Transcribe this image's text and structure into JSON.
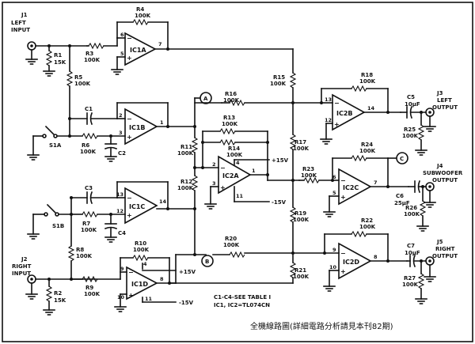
{
  "jacks": {
    "j1": {
      "id": "J1",
      "l1": "LEFT",
      "l2": "INPUT"
    },
    "j2": {
      "id": "J2",
      "l1": "RIGHT",
      "l2": "INPUT"
    },
    "j3": {
      "id": "J3",
      "l1": "LEFT",
      "l2": "OUTPUT"
    },
    "j4": {
      "id": "J4",
      "l1": "SUBWOOFER",
      "l2": "OUTPUT"
    },
    "j5": {
      "id": "J5",
      "l1": "RIGHT",
      "l2": "OUTPUT"
    }
  },
  "ics": {
    "ic1a": "IC1A",
    "ic1b": "IC1B",
    "ic1c": "IC1C",
    "ic1d": "IC1D",
    "ic2a": "IC2A",
    "ic2b": "IC2B",
    "ic2c": "IC2C",
    "ic2d": "IC2D"
  },
  "resistors": {
    "r1": {
      "ref": "R1",
      "val": "15K"
    },
    "r2": {
      "ref": "R2",
      "val": "15K"
    },
    "r3": {
      "ref": "R3",
      "val": "100K"
    },
    "r4": {
      "ref": "R4",
      "val": "100K"
    },
    "r5": {
      "ref": "R5",
      "val": "100K"
    },
    "r6": {
      "ref": "R6",
      "val": "100K"
    },
    "r7": {
      "ref": "R7",
      "val": "100K"
    },
    "r8": {
      "ref": "R8",
      "val": "100K"
    },
    "r9": {
      "ref": "R9",
      "val": "100K"
    },
    "r10": {
      "ref": "R10",
      "val": "100K"
    },
    "r11": {
      "ref": "R11",
      "val": "100K"
    },
    "r12": {
      "ref": "R12",
      "val": "100K"
    },
    "r13": {
      "ref": "R13",
      "val": "100K"
    },
    "r14": {
      "ref": "R14",
      "val": "100K"
    },
    "r15": {
      "ref": "R15",
      "val": "100K"
    },
    "r16": {
      "ref": "R16",
      "val": "100K"
    },
    "r17": {
      "ref": "R17",
      "val": "100K"
    },
    "r18": {
      "ref": "R18",
      "val": "100K"
    },
    "r19": {
      "ref": "R19",
      "val": "100K"
    },
    "r20": {
      "ref": "R20",
      "val": "100K"
    },
    "r21": {
      "ref": "R21",
      "val": "100K"
    },
    "r22": {
      "ref": "R22",
      "val": "100K"
    },
    "r23": {
      "ref": "R23",
      "val": "100K"
    },
    "r24": {
      "ref": "R24",
      "val": "100K"
    },
    "r25": {
      "ref": "R25",
      "val": "100K"
    },
    "r26": {
      "ref": "R26",
      "val": "100K"
    },
    "r27": {
      "ref": "R27",
      "val": "100K"
    }
  },
  "capacitors": {
    "c1": "C1",
    "c2": "C2",
    "c3": "C3",
    "c4": "C4",
    "c5": {
      "ref": "C5",
      "val": "10µF"
    },
    "c6": {
      "ref": "C6",
      "val": "25µF"
    },
    "c7": {
      "ref": "C7",
      "val": "10µF"
    }
  },
  "switches": {
    "s1a": "S1A",
    "s1b": "S1B"
  },
  "nodes": {
    "a": "A",
    "b": "B",
    "c": "C"
  },
  "supply": {
    "pos": "+15V",
    "neg": "-15V"
  },
  "pins": {
    "p1": "1",
    "p2": "2",
    "p3": "3",
    "p4": "4",
    "p5": "5",
    "p6": "6",
    "p7": "7",
    "p8": "8",
    "p9": "9",
    "p10": "10",
    "p11": "11",
    "p12": "12",
    "p13": "13",
    "p14": "14"
  },
  "notes": {
    "line1": "C1-C4-SEE TABLE I",
    "line2": "IC1, IC2=TL074CN"
  },
  "caption": "全機線路圖(詳細電路分析請見本刊82期)"
}
